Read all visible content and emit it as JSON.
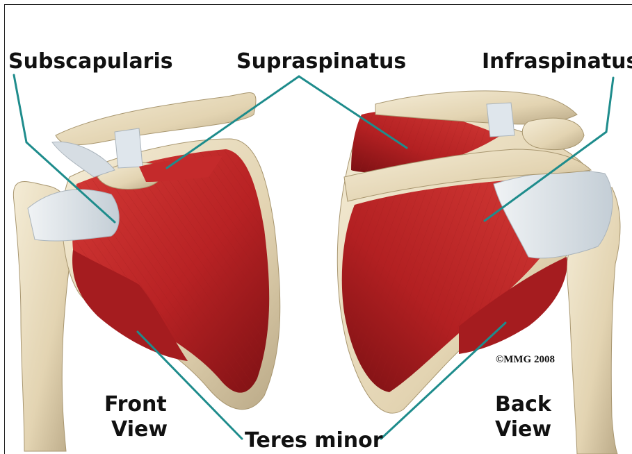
{
  "labels": {
    "subscapularis": "Subscapularis",
    "supraspinatus": "Supraspinatus",
    "infraspinatus": "Infraspinatus",
    "teres_minor": "Teres minor"
  },
  "views": {
    "front_line1": "Front",
    "front_line2": "View",
    "back_line1": "Back",
    "back_line2": "View"
  },
  "copyright": "©MMG 2008",
  "colors": {
    "muscle": "#c0282a",
    "muscle_dark": "#8e1518",
    "bone": "#e8dcc0",
    "bone_shadow": "#b9a886",
    "tendon": "#d8e0e6",
    "leader": "#1e8c8c"
  }
}
